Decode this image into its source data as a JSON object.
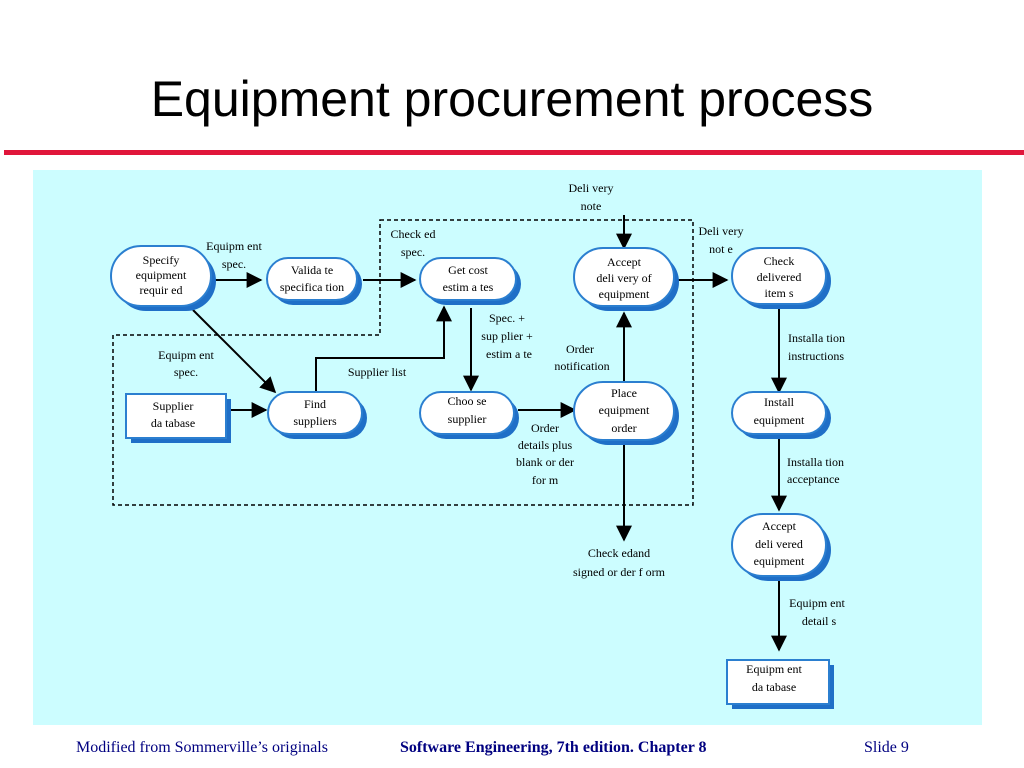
{
  "title": "Equipment procurement process",
  "diagram": {
    "nodes": {
      "specify": [
        "Specify",
        "equipment",
        "requir ed"
      ],
      "validate": [
        "Valida te",
        "specifica tion"
      ],
      "get_cost": [
        "Get cost",
        "estim a tes"
      ],
      "accept_delivery": [
        "Accept",
        "deli very of",
        "equipment"
      ],
      "check_items": [
        "Check",
        "delivered",
        "item s"
      ],
      "supplier_db": [
        "Supplier",
        "da tabase"
      ],
      "find_suppliers": [
        "Find",
        "suppliers"
      ],
      "choose_supplier": [
        "Choo se",
        "supplier"
      ],
      "place_order": [
        "Place",
        "equipment",
        "order"
      ],
      "install": [
        "Install",
        "equipment"
      ],
      "accept_equipment": [
        "Accept",
        "deli vered",
        "equipment"
      ],
      "equipment_db": [
        "Equipm ent",
        "da tabase"
      ]
    },
    "labels": {
      "delivery_note_top": [
        "Deli very",
        "note"
      ],
      "delivery_note_right": [
        "Deli very",
        "not e"
      ],
      "equipment_spec_top": [
        "Equipm ent",
        "spec."
      ],
      "checked_spec": [
        "Check ed",
        "spec."
      ],
      "spec_supplier_estimate": [
        "Spec. +",
        "sup plier +",
        "estim a te"
      ],
      "order_notification": [
        "Order",
        "notification"
      ],
      "installation_instructions": [
        "Installa tion",
        "instructions"
      ],
      "equipment_spec_left": [
        "Equipm ent",
        "spec."
      ],
      "supplier_list": [
        "Supplier list"
      ],
      "order_details": [
        "Order",
        "details plus",
        "blank or der",
        "for m"
      ],
      "installation_acceptance": [
        "Installa tion",
        "acceptance"
      ],
      "checked_signed_order": [
        "Check edand",
        "signed or  der f orm"
      ],
      "equipment_details": [
        "Equipm ent",
        "detail s"
      ]
    }
  },
  "footer": {
    "left": "Modified from Sommerville’s originals",
    "center": "Software Engineering, 7th edition. Chapter 8",
    "right": "Slide  9"
  },
  "colors": {
    "title_rule": "#e0163b",
    "panel_background": "#ccfdff",
    "node_outline": "#2b7fd0",
    "node_shadow": "#1f6fc7",
    "footer_text": "#000080"
  }
}
